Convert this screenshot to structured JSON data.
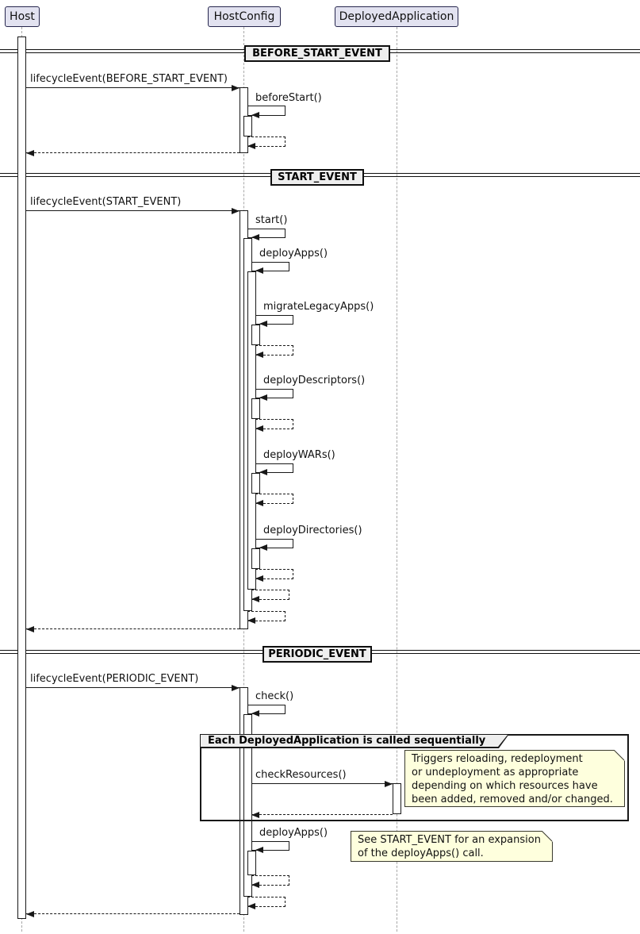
{
  "diagram": {
    "participants": [
      {
        "label": "Host"
      },
      {
        "label": "HostConfig"
      },
      {
        "label": "DeployedApplication"
      }
    ],
    "dividers": [
      {
        "label": "BEFORE_START_EVENT"
      },
      {
        "label": "START_EVENT"
      },
      {
        "label": "PERIODIC_EVENT"
      }
    ],
    "messages": {
      "lifecycle_before_start": "lifecycleEvent(BEFORE_START_EVENT)",
      "before_start": "beforeStart()",
      "lifecycle_start": "lifecycleEvent(START_EVENT)",
      "start": "start()",
      "deploy_apps": "deployApps()",
      "migrate_legacy_apps": "migrateLegacyApps()",
      "deploy_descriptors": "deployDescriptors()",
      "deploy_wars": "deployWARs()",
      "deploy_directories": "deployDirectories()",
      "lifecycle_periodic": "lifecycleEvent(PERIODIC_EVENT)",
      "check": "check()",
      "check_resources": "checkResources()",
      "deploy_apps_periodic": "deployApps()"
    },
    "group": {
      "label": "Each DeployedApplication is called sequentially"
    },
    "notes": {
      "check_resources": {
        "lines": [
          "Triggers reloading, redeployment",
          "or undeployment as appropriate",
          "depending on which resources have",
          "been added, removed and/or changed."
        ]
      },
      "deploy_apps": {
        "lines": [
          "See START_EVENT for an expansion",
          "of the deployApps() call."
        ]
      }
    },
    "colors": {
      "participant_fill": "#E2E2F0",
      "note_fill": "#FEFFDD",
      "divider_fill": "#EEEEEE",
      "line": "#181818",
      "lifeline": "#A8A8A8"
    }
  }
}
